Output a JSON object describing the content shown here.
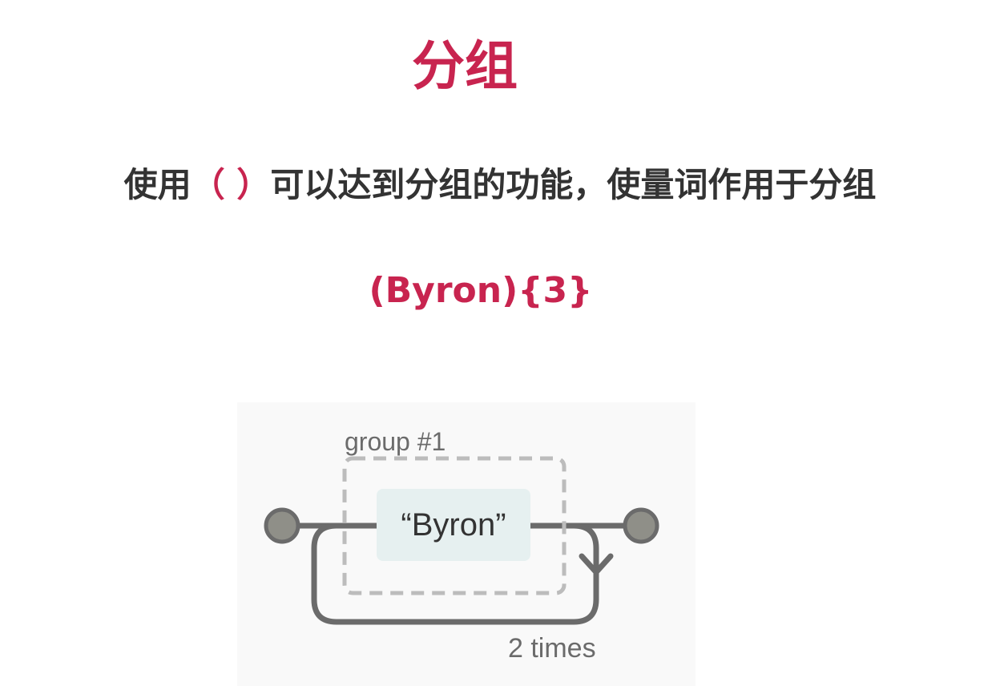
{
  "title": "分组",
  "description": {
    "before": "使用",
    "parens": "（ ）",
    "after": "可以达到分组的功能，使量词作用于分组"
  },
  "example": "(Byron){3}",
  "diagram": {
    "group_label": "group #1",
    "literal": "“Byron”",
    "repeat_label": "2 times"
  },
  "colors": {
    "accent": "#c8244f",
    "text": "#333333",
    "line": "#6b6b6b",
    "group_border": "#bcbcbc",
    "literal_fill": "#e6f0f0",
    "node_fill": "#8f8f88",
    "panel": "#f9f9f9"
  }
}
